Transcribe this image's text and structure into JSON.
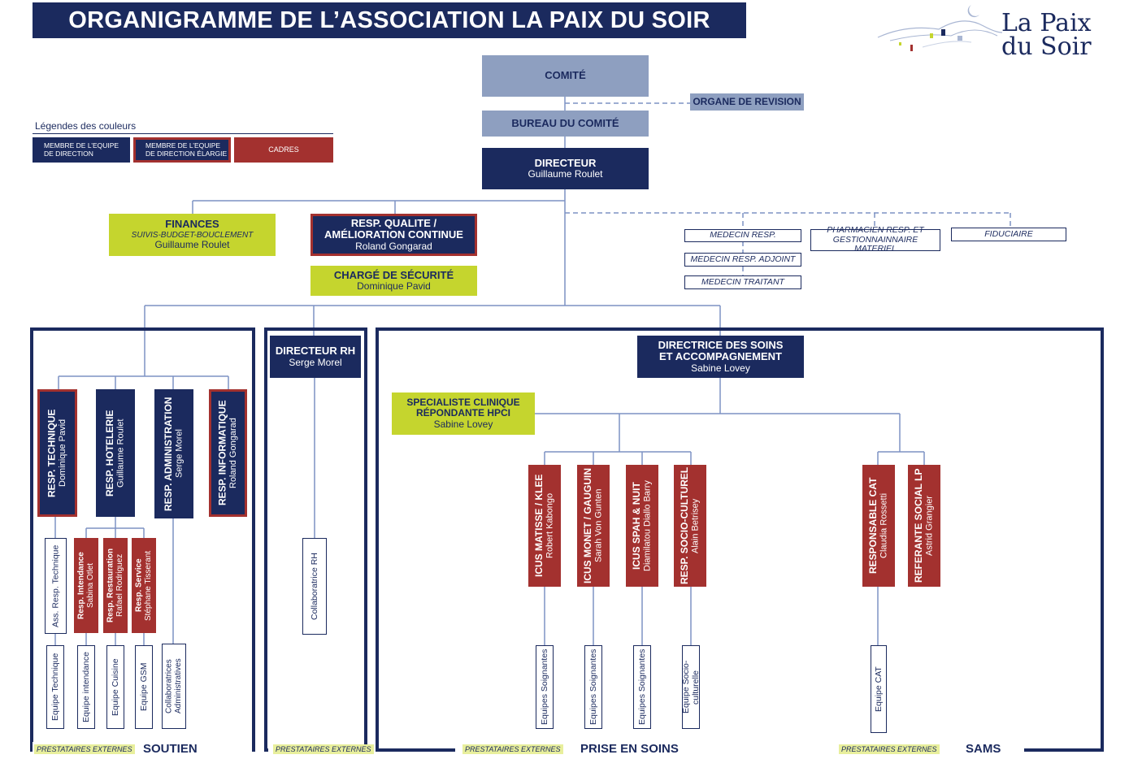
{
  "header": {
    "title": "ORGANIGRAMME DE L’ASSOCIATION LA PAIX DU SOIR"
  },
  "logo": {
    "line1": "La Paix",
    "line2": "du Soir"
  },
  "legend": {
    "title": "Légendes des couleurs",
    "items": [
      "MEMBRE DE L’EQUIPE DE DIRECTION",
      "MEMBRE DE L’EQUIPE DE DIRECTION ÉLARGIE",
      "CADRES"
    ]
  },
  "top": {
    "comite": "COMITÉ",
    "organe": "ORGANE DE REVISION",
    "bureau": "BUREAU DU COMITÉ",
    "directeur": {
      "title": "DIRECTEUR",
      "name": "Guillaume Roulet"
    }
  },
  "staff": {
    "finances": {
      "title": "FINANCES",
      "sub": "SUIVIS-BUDGET-BOUCLEMENT",
      "name": "Guillaume Roulet"
    },
    "qualite": {
      "title1": "RESP. QUALITE /",
      "title2": "AMÉLIORATION CONTINUE",
      "name": "Roland Gongarad"
    },
    "securite": {
      "title": "CHARGÉ DE SÉCURITÉ",
      "name": "Dominique Pavid"
    },
    "medecin_resp": "MEDECIN RESP.",
    "medecin_adjoint": "MEDECIN RESP. ADJOINT",
    "medecin_traitant": "MEDECIN TRAITANT",
    "pharmacien": {
      "line1": "PHARMACIEN RESP. ET",
      "line2": "GESTIONNAINNAIRE MATERIEL"
    },
    "fiduciaire": "FIDUCIAIRE"
  },
  "soutien": {
    "label": "SOUTIEN",
    "ext": "PRESTATAIRES EXTERNES",
    "heads": [
      {
        "title": "RESP. TECHNIQUE",
        "name": "Dominique Pavid"
      },
      {
        "title": "RESP. HOTELERIE",
        "name": "Guillaume Roulet"
      },
      {
        "title": "RESP. ADMINISTRATION",
        "name": "Serge Morel"
      },
      {
        "title": "RESP. INFORMATIQUE",
        "name": "Roland Gongarad"
      }
    ],
    "assistant": "Ass. Resp. Technique",
    "cadres": [
      {
        "title": "Resp. Intendance",
        "name": "Sabina Otlet"
      },
      {
        "title": "Resp. Restauration",
        "name": "Rafael Rodriguez"
      },
      {
        "title": "Resp. Service",
        "name": "Stéphane Tisserant"
      }
    ],
    "teams": [
      "Equipe Technique",
      "Equipe intendance",
      "Equipe Cuisine",
      "Equipe GSM",
      "Collaboratrices Administratives"
    ]
  },
  "rh": {
    "title": "DIRECTEUR RH",
    "name": "Serge Morel",
    "collab": "Collaboratrice RH",
    "ext": "PRESTATAIRES EXTERNES"
  },
  "soins": {
    "title1": "DIRECTRICE DES SOINS",
    "title2": "ET ACCOMPAGNEMENT",
    "name": "Sabine Lovey",
    "specialiste": {
      "title1": "SPECIALISTE CLINIQUE",
      "title2": "RÉPONDANTE HPCI",
      "name": "Sabine Lovey"
    },
    "icus": [
      {
        "title": "ICUS MATISSE / KLEE",
        "name": "Robert Kabongo"
      },
      {
        "title": "ICUS MONET / GAUGUIN",
        "name": "Sarah Von Gunten"
      },
      {
        "title": "ICUS SPAH & NUIT",
        "name": "Diamilatou Diallo Barry"
      },
      {
        "title": "RESP. SOCIO-CULTUREL",
        "name": "Alain Betrisey"
      }
    ],
    "teams": [
      "Equipes Soignantes",
      "Equipes Soignantes",
      "Equipes Soignantes",
      "Equipe Socio-culturelle"
    ],
    "sams": [
      {
        "title": "RESPONSABLE CAT",
        "name": "Claudia Rossetti"
      },
      {
        "title": "REFERANTE SOCIAL LP",
        "name": "Astrid Grangier"
      }
    ],
    "sams_team": "Equipe CAT",
    "label_soins": "PRISE EN SOINS",
    "label_sams": "SAMS",
    "ext1": "PRESTATAIRES EXTERNES",
    "ext2": "PRESTATAIRES EXTERNES"
  }
}
